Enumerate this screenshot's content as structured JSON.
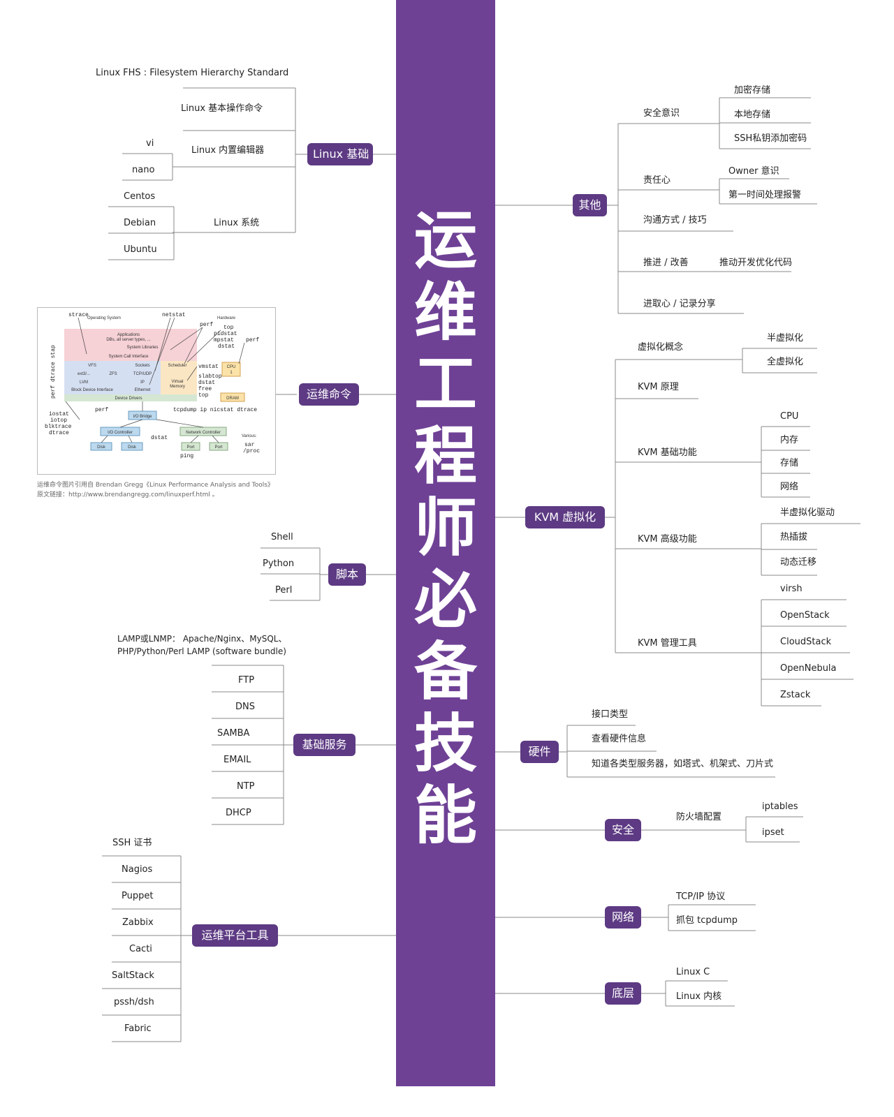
{
  "title": [
    "运",
    "维",
    "工",
    "程",
    "师",
    "必",
    "备",
    "技",
    "能"
  ],
  "linux_basics": {
    "label": "Linux 基础",
    "fhs": "Linux FHS : Filesystem Hierarchy Standard",
    "commands": "Linux 基本操作命令",
    "editors": "Linux 内置编辑器",
    "editors_items": [
      "vi",
      "nano"
    ],
    "systems": "Linux 系统",
    "systems_items": [
      "Centos",
      "Debian",
      "Ubuntu"
    ]
  },
  "ops_commands": {
    "label": "运维命令",
    "caption": [
      "运维命令图片引用自 Brendan Gregg《Linux Performance Analysis and Tools》",
      "原文链接：http://www.brendangregg.com/linuxperf.html 。"
    ],
    "figure": {
      "os_label": "Operating System",
      "hw_label": "Hardware",
      "layers": [
        "Applications",
        "DBs, all server types, ...",
        "System Libraries",
        "System Call Interface",
        "VFS",
        "Sockets",
        "Scheduler",
        "ext3/...",
        "ZFS",
        "TCP/UDP",
        "LVM",
        "IP",
        "Virtual",
        "Memory",
        "Block Device Interface",
        "Ethernet",
        "Device Drivers"
      ],
      "hw": [
        "CPU",
        "1",
        "DRAM",
        "I/O Bridge",
        "I/O Controller",
        "Network Controller",
        "Disk",
        "Disk",
        "Port",
        "Port"
      ],
      "tools": [
        "strace",
        "netstat",
        "perf",
        "top",
        "pidstat",
        "mpstat",
        "dstat",
        "perf",
        "vmstat",
        "slabtop",
        "dstat",
        "free",
        "top",
        "perf",
        "tcpdump",
        "ip",
        "nicstat",
        "dtrace",
        "iostat",
        "iotop",
        "blktrace",
        "dtrace",
        "dstat",
        "ping",
        "Various:",
        "sar",
        "/proc",
        "perf dtrace stap"
      ]
    }
  },
  "scripts": {
    "label": "脚本",
    "items": [
      "Shell",
      "Python",
      "Perl"
    ]
  },
  "base_services": {
    "label": "基础服务",
    "note": [
      "LAMP或LNMP： Apache/Nginx、MySQL、",
      "PHP/Python/Perl LAMP (software bundle)"
    ],
    "items": [
      "FTP",
      "DNS",
      "SAMBA",
      "EMAIL",
      "NTP",
      "DHCP"
    ]
  },
  "platform_tools": {
    "label": "运维平台工具",
    "items": [
      "SSH 证书",
      "Nagios",
      "Puppet",
      "Zabbix",
      "Cacti",
      "SaltStack",
      "pssh/dsh",
      "Fabric"
    ]
  },
  "others": {
    "label": "其他",
    "security_awareness": "安全意识",
    "security_items": [
      "加密存储",
      "本地存储",
      "SSH私钥添加密码"
    ],
    "responsibility": "责任心",
    "responsibility_items": [
      "Owner 意识",
      "第一时间处理报警"
    ],
    "communication": "沟通方式 / 技巧",
    "improve": "推进 / 改善",
    "improve_item": "推动开发优化代码",
    "progress": "进取心 / 记录分享"
  },
  "kvm": {
    "label": "KVM 虚拟化",
    "concept": "虚拟化概念",
    "concept_items": [
      "半虚拟化",
      "全虚拟化"
    ],
    "principle": "KVM 原理",
    "basic": "KVM 基础功能",
    "basic_items": [
      "CPU",
      "内存",
      "存储",
      "网络"
    ],
    "advanced": "KVM 高级功能",
    "advanced_items": [
      "半虚拟化驱动",
      "热插拔",
      "动态迁移"
    ],
    "mgmt": "KVM 管理工具",
    "mgmt_items": [
      "virsh",
      "OpenStack",
      "CloudStack",
      "OpenNebula",
      "Zstack"
    ]
  },
  "hardware": {
    "label": "硬件",
    "items": [
      "接口类型",
      "查看硬件信息",
      "知道各类型服务器，如塔式、机架式、刀片式"
    ]
  },
  "security": {
    "label": "安全",
    "firewall": "防火墙配置",
    "items": [
      "iptables",
      "ipset"
    ]
  },
  "network": {
    "label": "网络",
    "items": [
      "TCP/IP 协议",
      "抓包 tcpdump"
    ]
  },
  "low_level": {
    "label": "底层",
    "items": [
      "Linux C",
      "Linux 内核"
    ]
  },
  "colors": {
    "spine": "#6e4195",
    "pill": "#5d3a83",
    "line": "#8a8a8a"
  }
}
